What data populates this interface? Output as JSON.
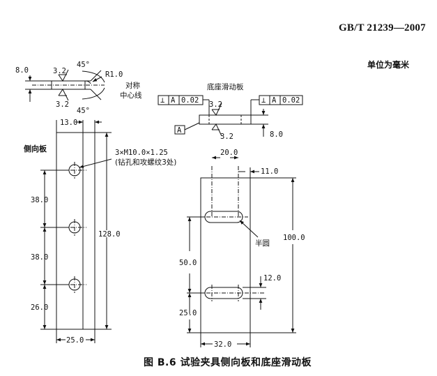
{
  "header": {
    "standard": "GB/T 21239—2007",
    "unit": "单位为毫米"
  },
  "caption": "图 B.6   试验夹具侧向板和底座滑动板",
  "weld_detail": {
    "left_dim": "8.0",
    "angle_top": "45°",
    "angle_bottom": "45°",
    "radius": "R1.0",
    "rough_top": "3.2",
    "rough_bottom": "3.2",
    "sym_label_1": "对称",
    "sym_label_2": "中心线"
  },
  "base_slide_detail": {
    "title": "底座滑动板",
    "tol_left_sym": "⊥",
    "tol_left_ref": "A",
    "tol_left_val": "0.02",
    "tol_right_sym": "⊥",
    "tol_right_ref": "A",
    "tol_right_val": "0.02",
    "rough_top": "3.2",
    "rough_bottom": "3.2",
    "datum": "A",
    "thickness": "8.0"
  },
  "side_plate": {
    "title": "侧向板",
    "dim_top": "13.0",
    "thread_1": "3×M10.0×1.25",
    "thread_2": "(钻孔和攻螺纹3处)",
    "dim_38a": "38.0",
    "dim_38b": "38.0",
    "dim_26": "26.0",
    "dim_height": "128.0",
    "dim_width": "25.0"
  },
  "base_plate": {
    "dim_20": "20.0",
    "dim_11": "11.0",
    "dim_100": "100.0",
    "semicircle": "半圆",
    "dim_50": "50.0",
    "dim_12": "12.0",
    "dim_25": "25.0",
    "dim_32": "32.0"
  }
}
